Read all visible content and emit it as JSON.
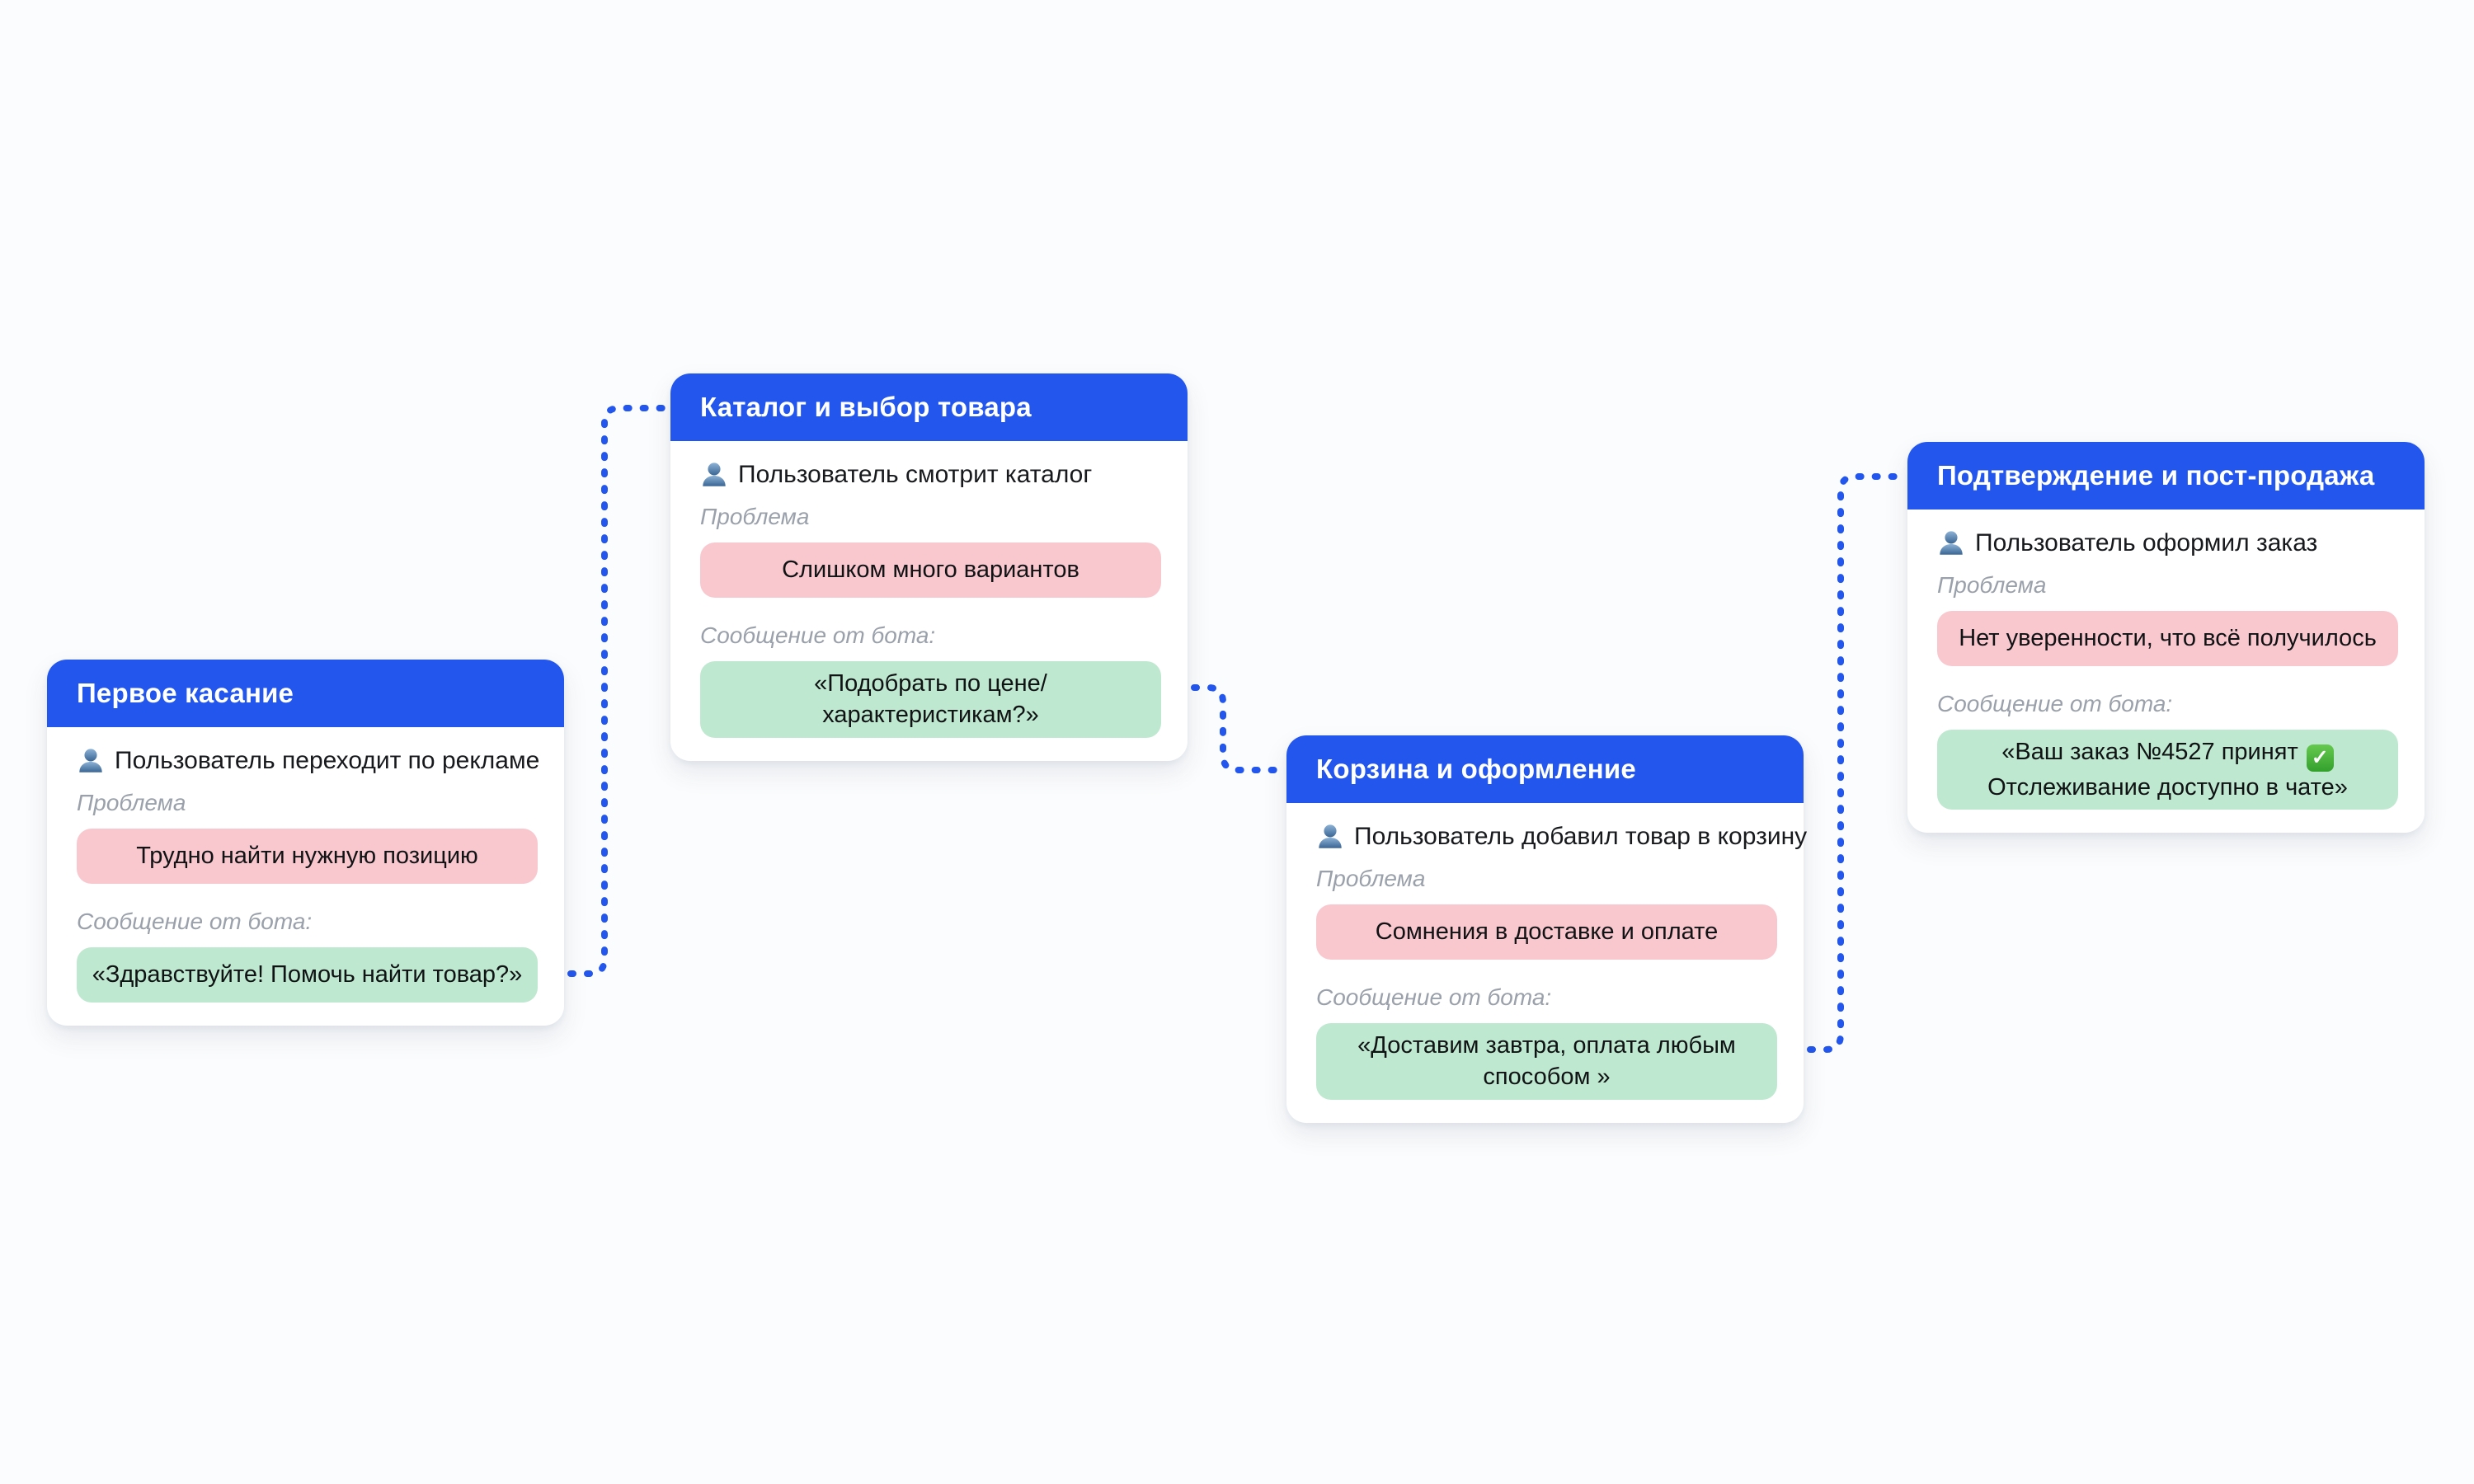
{
  "diagram": {
    "type": "chatbot-customer-journey-flow",
    "colors": {
      "header_blue": "#2356ed",
      "connector_blue": "#2356ed",
      "problem_pink": "#f9c8cf",
      "bot_green": "#bee8cf",
      "label_gray": "#9aa1ab",
      "card_bg": "#ffffff",
      "page_bg": "#fbfcfd"
    },
    "cards": [
      {
        "title": "Первое касание",
        "user_action": "Пользователь переходит по рекламе",
        "problem_label": "Проблема",
        "problem": "Трудно найти нужную позицию",
        "bot_label": "Сообщение от бота:",
        "bot_message": "«Здравствуйте! Помочь найти товар?»"
      },
      {
        "title": "Каталог и выбор товара",
        "user_action": "Пользователь смотрит каталог",
        "problem_label": "Проблема",
        "problem": "Слишком много вариантов",
        "bot_label": "Сообщение от бота:",
        "bot_message": "«Подобрать по цене/характеристикам?»"
      },
      {
        "title": "Корзина и оформление",
        "user_action": "Пользователь добавил товар в корзину",
        "problem_label": "Проблема",
        "problem": "Сомнения в доставке и оплате",
        "bot_label": "Сообщение от бота:",
        "bot_message": "«Доставим завтра, оплата любым способом »"
      },
      {
        "title": "Подтверждение и пост-продажа",
        "user_action": "Пользователь оформил заказ",
        "problem_label": "Проблема",
        "problem": "Нет уверенности, что всё получилось",
        "bot_label": "Сообщение от бота:",
        "bot_message_line1": "«Ваш заказ №4527 принят",
        "bot_message_line2": "Отслеживание доступно в чате»",
        "check_icon": "✓"
      }
    ]
  }
}
